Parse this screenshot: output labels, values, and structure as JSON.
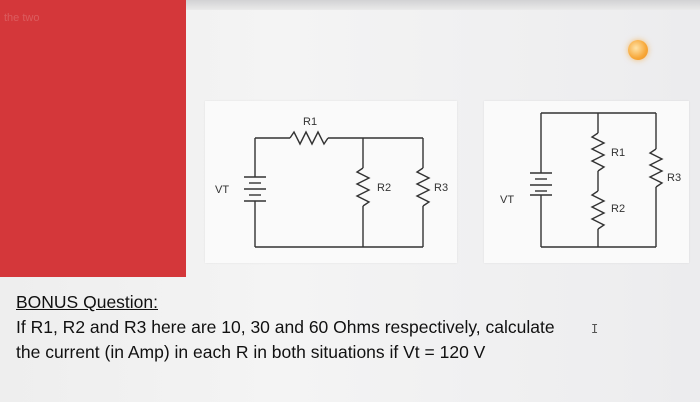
{
  "slide": {
    "faint_text": "the two"
  },
  "circuit_series_parallel": {
    "r1_label": "R1",
    "r2_label": "R2",
    "r3_label": "R3",
    "source_label": "VT"
  },
  "circuit_parallel": {
    "r1_label": "R1",
    "r2_label": "R2",
    "r3_label": "R3",
    "source_label": "VT"
  },
  "question": {
    "heading": "BONUS Question:",
    "line1": "If R1, R2 and R3 here are 10, 30 and 60 Ohms respectively, calculate",
    "line2": "the current (in Amp) in each R in both situations if Vt = 120 V"
  },
  "colors": {
    "red_box": "#d4373a",
    "orb": "#f7a738"
  },
  "icons": [
    "text-cursor-icon"
  ]
}
